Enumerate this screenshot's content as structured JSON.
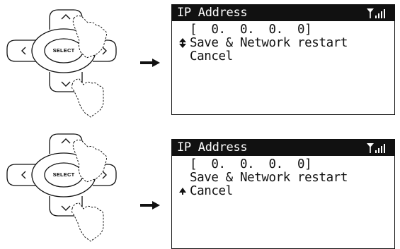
{
  "keypad": {
    "select_label": "SELECT",
    "arrow_left": "<",
    "arrow_right": ">",
    "arrow_up": "^",
    "arrow_down": "v"
  },
  "steps": [
    {
      "pressed_key": "down",
      "screen": {
        "title": "IP Address",
        "signal_icon": "signal-strength-icon",
        "ip_line": "[  0.  0.  0.  0]",
        "items": [
          "Save & Network restart",
          "Cancel"
        ],
        "cursor_icon": "up-down-cursor-icon",
        "selected_index": 0
      }
    },
    {
      "pressed_key": "down",
      "screen": {
        "title": "IP Address",
        "signal_icon": "signal-strength-icon",
        "ip_line": "[  0.  0.  0.  0]",
        "items": [
          "Save & Network restart",
          "Cancel"
        ],
        "cursor_icon": "up-cursor-icon",
        "selected_index": 1
      }
    }
  ]
}
